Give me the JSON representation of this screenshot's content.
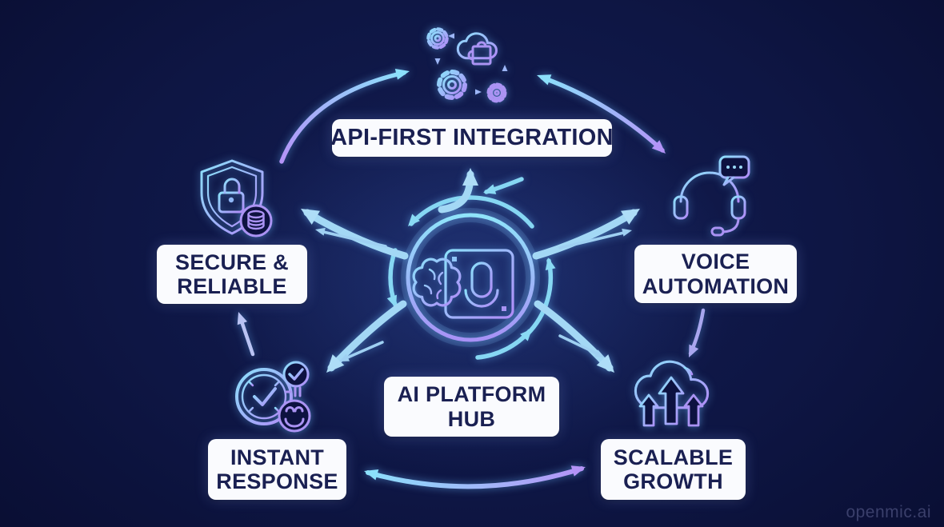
{
  "palette": {
    "bg-deep": "#090d30",
    "bg-mid": "#131d52",
    "accent-cyan": "#8ce0fb",
    "accent-purple": "#b18cf8",
    "arrow-blue": "#a7dbf6",
    "label-bg": "#fafbfe",
    "label-text": "#1a2052"
  },
  "center": {
    "icon": "ai-chip-brain-microphone-icon",
    "label": {
      "line1": "AI PLATFORM",
      "line2": "HUB"
    }
  },
  "nodes": [
    {
      "id": "api-first-integration",
      "icon": "gears-cloud-puzzle-icon",
      "label": {
        "line1": "API-FIRST INTEGRATION"
      }
    },
    {
      "id": "voice-automation",
      "icon": "headset-voice-chat-icon",
      "label": {
        "line1": "VOICE",
        "line2": "AUTOMATION"
      }
    },
    {
      "id": "scalable-growth",
      "icon": "cloud-growth-arrows-icon",
      "label": {
        "line1": "SCALABLE",
        "line2": "GROWTH"
      }
    },
    {
      "id": "instant-response",
      "icon": "clock-check-smiley-icon",
      "label": {
        "line1": "INSTANT",
        "line2": "RESPONSE"
      }
    },
    {
      "id": "secure-reliable",
      "icon": "shield-lock-coins-icon",
      "label": {
        "line1": "SECURE &",
        "line2": "RELIABLE"
      }
    }
  ],
  "watermark": "openmic.ai"
}
